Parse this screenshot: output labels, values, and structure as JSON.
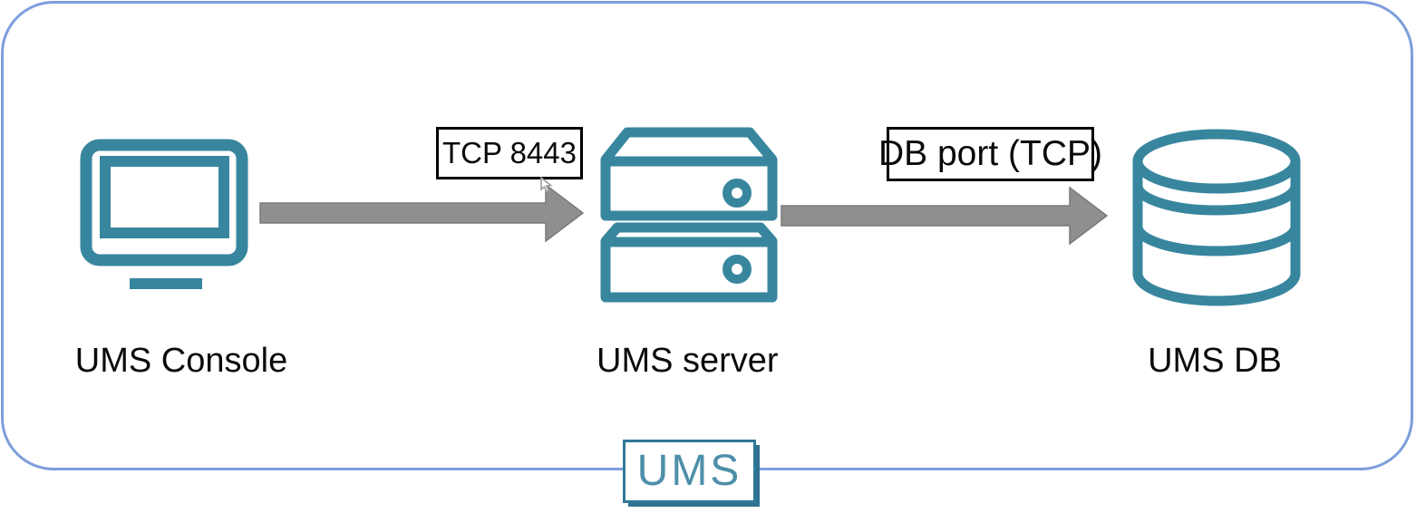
{
  "colors": {
    "icon-teal": "#38869e",
    "frame-blue": "#7d9edb",
    "arrow-fill": "#8f8f8f",
    "arrow-edge": "#7a7a7a",
    "label-border": "#000000",
    "text-black": "#0a0a0a",
    "badge-text": "#4d8fa9",
    "badge-border": "#2f7897",
    "badge-shadow": "#2e7190",
    "cursor-gray": "#9a9a9a"
  },
  "nodes": [
    {
      "label": "UMS Console",
      "icon": "monitor-icon"
    },
    {
      "label": "UMS server",
      "icon": "server-icon"
    },
    {
      "label": "UMS DB",
      "icon": "database-icon"
    }
  ],
  "connections": [
    {
      "label": "TCP 8443"
    },
    {
      "label": "DB port (TCP)"
    }
  ],
  "badge": {
    "label": "UMS"
  }
}
